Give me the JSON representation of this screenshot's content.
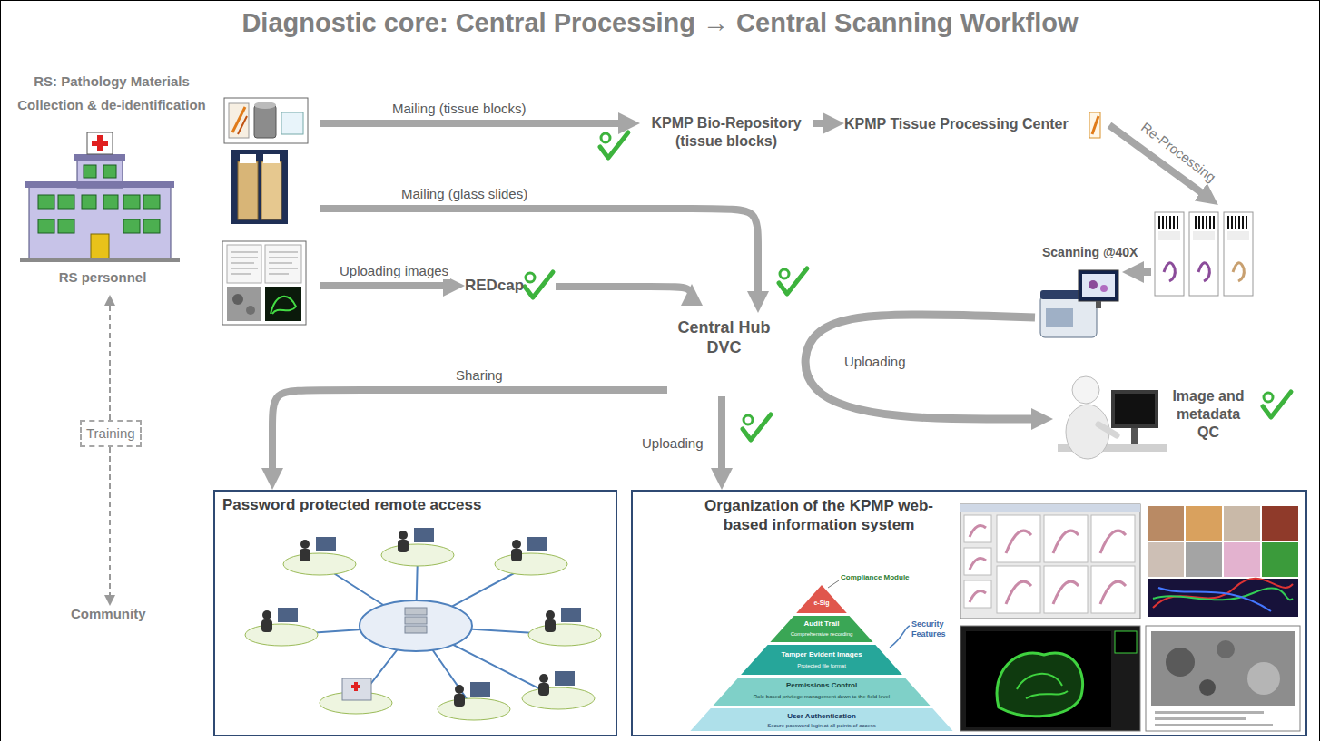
{
  "diagram": {
    "title": "Diagnostic core: Central Processing → Central Scanning Workflow",
    "nodes": [
      {
        "text": [
          "RS: Pathology Materials Collection & de-identification",
          "RS personnel"
        ]
      },
      {
        "text": [
          "KPMP Bio-Repository (tissue blocks)"
        ]
      },
      {
        "text": [
          "KPMP Tissue Processing Center"
        ]
      },
      {
        "text": [
          "REDcap"
        ]
      },
      {
        "text": [
          "Central Hub DVC"
        ]
      },
      {
        "text": [
          "Scanning @40X"
        ]
      },
      {
        "text": [
          "Image and metadata QC"
        ]
      },
      {
        "text": [
          "Training"
        ]
      },
      {
        "text": [
          "Community"
        ]
      },
      {
        "text": [
          "Password protected remote access"
        ]
      },
      {
        "text": [
          "Organization of the KPMP web-based information system"
        ]
      }
    ],
    "edges": [
      {
        "from": 0,
        "to": 1,
        "arrow": "to",
        "label": "Mailing (tissue blocks)"
      },
      {
        "from": 0,
        "to": 4,
        "arrow": "to",
        "label": "Mailing (glass slides)"
      },
      {
        "from": 0,
        "to": 3,
        "arrow": "to",
        "label": "Uploading images"
      },
      {
        "from": 1,
        "to": 2,
        "arrow": "to"
      },
      {
        "from": 3,
        "to": 4,
        "arrow": "to"
      },
      {
        "from": 4,
        "to": 9,
        "arrow": "to",
        "label": "Sharing"
      },
      {
        "from": 4,
        "to": 10,
        "arrow": "to",
        "label": "Uploading"
      },
      {
        "from": 5,
        "to": 6,
        "arrow": "to",
        "label": "Uploading"
      },
      {
        "from": 7,
        "to": 0,
        "arrow": "to"
      },
      {
        "from": 7,
        "to": 8,
        "arrow": "to"
      }
    ],
    "labels": [
      "Re-Processing",
      "Compliance Module",
      "Security Features",
      "e-Sig",
      "Audit Trail",
      "Comprehensive recording",
      "Tamper Evident Images",
      "Protected file format",
      "Permissions Control",
      "Role based privilege management down to the field level",
      "User Authentication",
      "Secure password login at all points of access"
    ]
  }
}
